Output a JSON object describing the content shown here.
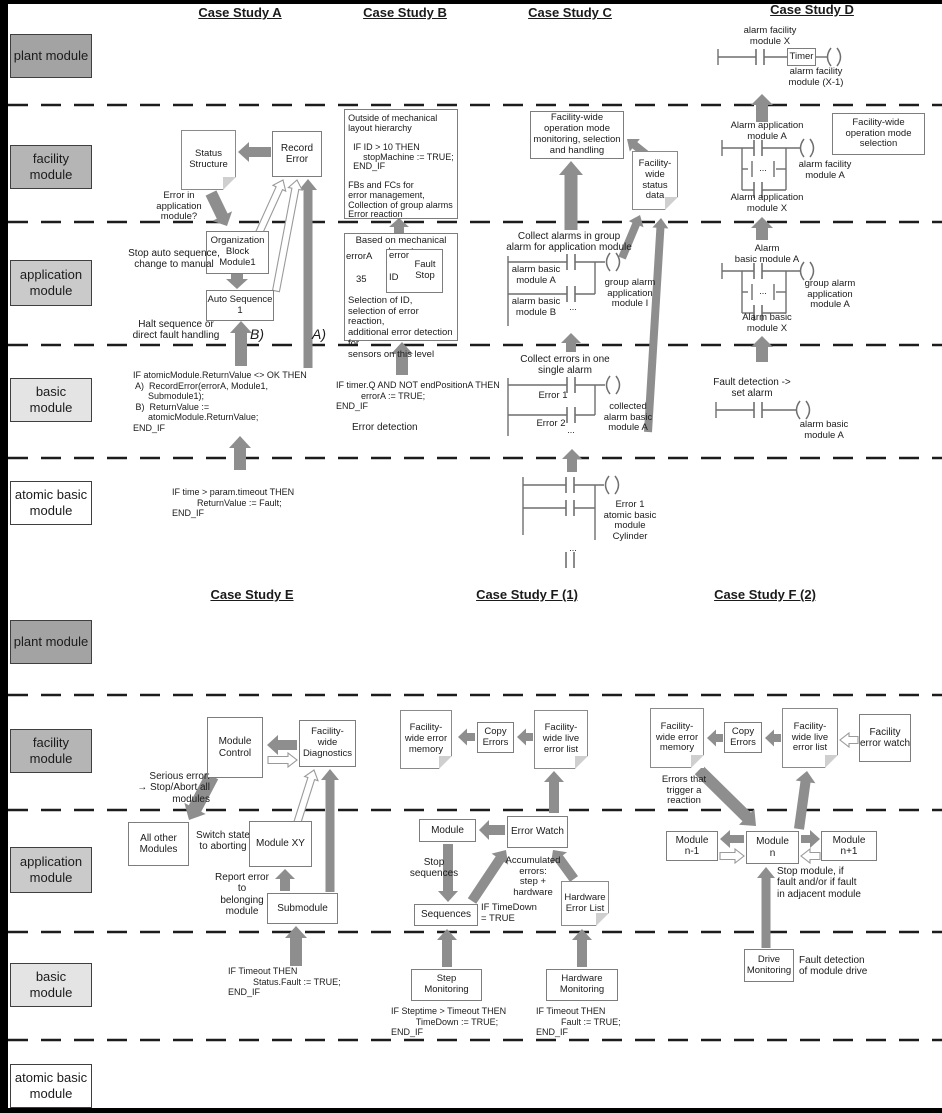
{
  "colors": {
    "arrow": "#8e8e8e",
    "arrow_outline_stroke": "#9a9a9a",
    "line": "#6f6f6f",
    "dash": "#1c1c1c",
    "row_plant": "#a3a3a3",
    "row_facility": "#b5b5b5",
    "row_application": "#cacaca",
    "row_basic": "#e4e4e4",
    "row_atomic": "#ffffff",
    "doc_fold": "#cfcfcf",
    "box_border": "#7d7d7d"
  },
  "rows": [
    "plant module",
    "facility\nmodule",
    "application\nmodule",
    "basic\nmodule",
    "atomic basic\nmodule"
  ],
  "titles": {
    "a": "Case Study A",
    "b": "Case Study B",
    "c": "Case Study C",
    "d": "Case Study D",
    "e": "Case Study E",
    "f1": "Case Study F (1)",
    "f2": "Case Study F (2)"
  },
  "caseA": {
    "status_doc": "Status\nStructure",
    "record_error": "Record\nError",
    "error_question": "Error in\napplication\nmodule?",
    "org_block": "Organization\nBlock\nModule1",
    "stop_auto": "Stop auto sequence,\nchange to manual",
    "auto_seq": "Auto Sequence\n1",
    "halt": "Halt sequence or\ndirect fault handling",
    "label_b": "B)",
    "label_a": "A)",
    "basic_code": "IF atomicModule.ReturnValue <> OK THEN\n A)  RecordError(errorA, Module1,\n      Submodule1);\n B)  ReturnValue :=\n      atomicModule.ReturnValue;\nEND_IF",
    "atomic_code": "IF time > param.timeout THEN\n          ReturnValue := Fault;\nEND_IF"
  },
  "caseB": {
    "facility_box": "Outside of mechanical\nlayout hierarchy\n\n  IF ID > 10 THEN\n      stopMachine := TRUE;\n  END_IF\n\nFBs and FCs for\nerror management,\nCollection of group alarms\nError reaction",
    "app_header": "Based on mechanical layout",
    "input_a": "errorA",
    "port_error": "error",
    "input_id": "35",
    "port_id": "ID",
    "fb_block": "Fault\nStop",
    "app_note": "Selection of ID,\nselection of error reaction,\nadditional error detection for\nsensors on this level",
    "basic_code": "IF timer.Q AND NOT endPositionA THEN\n          errorA := TRUE;\nEND_IF",
    "detection": "Error detection"
  },
  "caseC": {
    "facility_box": "Facility-wide\noperation mode\nmonitoring, selection\nand handling",
    "status_doc": "Facility-\nwide status\ndata",
    "collect_alarms": "Collect alarms in group\nalarm for application module",
    "contact_a": "alarm basic\nmodule A",
    "contact_b": "alarm basic\nmodule B",
    "dots_app": "...",
    "coil_app": "group alarm\napplication\nmodule I",
    "collect_errors": "Collect errors in one\nsingle alarm",
    "error1": "Error 1",
    "error2": "Error 2",
    "dots_basic": "...",
    "coil_basic": "collected\nalarm basic\nmodule A",
    "coil_atomic": "Error 1\natomic basic\nmodule\nCylinder",
    "dots_atomic": "..."
  },
  "caseD": {
    "plant_contact": "alarm facility\nmodule X",
    "timer": "Timer",
    "plant_coil": "alarm facility\nmodule (X-1)",
    "fac_contact_top": "Alarm application\nmodule A",
    "fac_dots": "...",
    "fac_contact_bottom": "Alarm application\nmodule X",
    "fac_coil": "alarm facility\nmodule A",
    "fac_box": "Facility-wide\noperation mode\nselection",
    "app_contact_top": "Alarm\nbasic module A",
    "app_dots": "...",
    "app_contact_bottom": "Alarm basic\nmodule X",
    "app_coil": "group alarm\napplication\nmodule A",
    "basic_note": "Fault detection ->\nset alarm",
    "basic_coil": "alarm basic\nmodule A"
  },
  "caseE": {
    "module_control": "Module\nControl",
    "diagnostics": "Facility-\nwide\nDiagnostics",
    "serious": "Serious error:\n→ Stop/Abort all\nmodules",
    "all_other": "All other\nModules",
    "switch_state": "Switch state\nto aborting",
    "module_xy": "Module XY",
    "report": "Report error to\nbelonging module",
    "submodule": "Submodule",
    "basic_code": "IF Timeout THEN\n          Status.Fault := TRUE;\nEND_IF"
  },
  "caseF1": {
    "memory_doc": "Facility-\nwide error\nmemory",
    "copy_errors": "Copy\nErrors",
    "live_doc": "Facility-\nwide live\nerror list",
    "module": "Module",
    "error_watch": "Error Watch",
    "stop_sequences": "Stop\nsequences",
    "accumulated": "Accumulated\nerrors:\nstep + hardware",
    "sequences": "Sequences",
    "timedown": "IF TimeDown\n= TRUE",
    "hw_doc": "Hardware\nError List",
    "step_monitoring": "Step\nMonitoring",
    "step_code": "IF Steptime > Timeout THEN\n          TimeDown := TRUE;\nEND_IF",
    "hw_monitoring": "Hardware\nMonitoring",
    "hw_code": "IF Timeout THEN\n          Fault := TRUE;\nEND_IF"
  },
  "caseF2": {
    "memory_doc": "Facility-\nwide error\nmemory",
    "copy_errors": "Copy\nErrors",
    "live_doc": "Facility-\nwide live\nerror list",
    "error_watch": "Facility\nerror watch",
    "errors_trigger": "Errors that\ntrigger a\nreaction",
    "module_prev": "Module\nn-1",
    "module_n": "Module\nn",
    "module_next": "Module\nn+1",
    "stop_module": "Stop module, if\nfault and/or if fault\nin adjacent module",
    "drive_monitoring": "Drive\nMonitoring",
    "fault_detection": "Fault detection\nof module drive"
  }
}
